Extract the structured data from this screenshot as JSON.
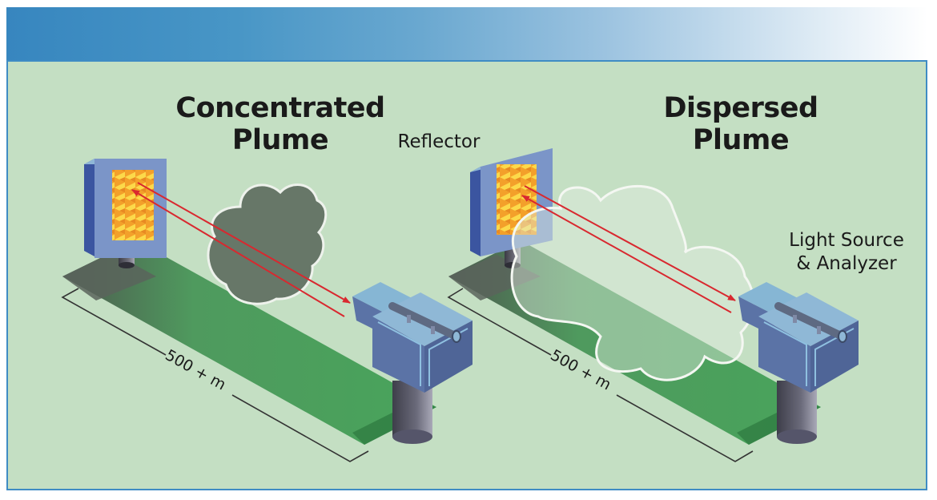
{
  "figure": {
    "colors": {
      "header_start": "#3786bf",
      "header_end": "#ffffff",
      "panel_background": "#c4dfc3",
      "panel_border": "#3f8cc4",
      "ground_green": "#4aa35c",
      "ground_shadow": "#2f7d42",
      "beam_red": "#d9282f",
      "reflector_frame": "#7b95c8",
      "reflector_grid": "#f7b731",
      "device_blue": "#5b73a6",
      "device_highlight": "#86b6d4",
      "plume_concentrated": "#5d6b5e",
      "plume_dispersed": "#cfe0cc"
    }
  },
  "left_scene": {
    "title_line1": "Concentrated",
    "title_line2": "Plume",
    "distance_label": "500 + m"
  },
  "right_scene": {
    "title_line1": "Dispersed",
    "title_line2": "Plume",
    "distance_label": "500 + m"
  },
  "labels": {
    "reflector": "Reflector",
    "analyzer_line1": "Light Source",
    "analyzer_line2": "& Analyzer"
  }
}
